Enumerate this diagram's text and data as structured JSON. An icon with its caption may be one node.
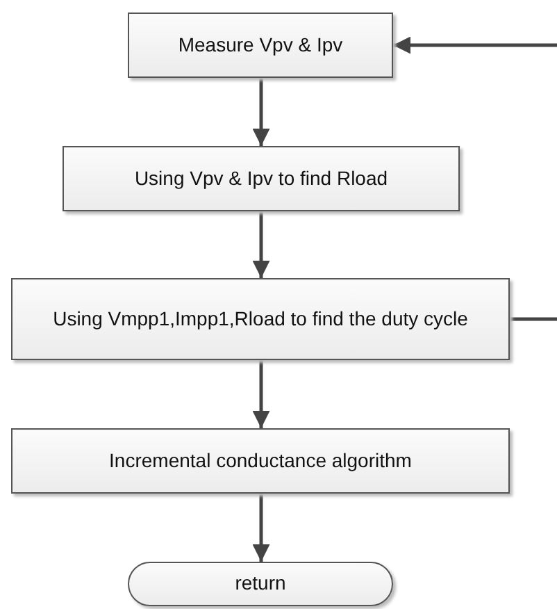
{
  "diagram": {
    "nodes": [
      {
        "text": [
          "Measure Vpv & Ipv"
        ]
      },
      {
        "text": [
          "Using Vpv & Ipv to find Rload"
        ]
      },
      {
        "text": [
          "Using Vmpp1,Impp1,Rload to find the duty cycle"
        ]
      },
      {
        "text": [
          "Incremental conductance algorithm"
        ]
      },
      {
        "text": [
          "return"
        ]
      }
    ],
    "edges": [
      {
        "from": null,
        "to": 0,
        "arrow": "to"
      },
      {
        "from": 0,
        "to": 1,
        "arrow": "to"
      },
      {
        "from": 1,
        "to": 2,
        "arrow": "to"
      },
      {
        "from": 2,
        "to": 3,
        "arrow": "to"
      },
      {
        "from": 3,
        "to": 4,
        "arrow": "to"
      },
      {
        "from": 2,
        "to": null,
        "arrow": "none"
      }
    ]
  }
}
